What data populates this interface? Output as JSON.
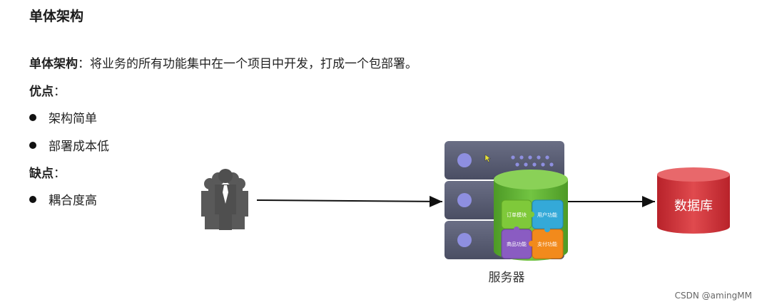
{
  "slide": {
    "title": "单体架构",
    "definition_term": "单体架构",
    "definition_text": "：将业务的所有功能集中在一个项目中开发，打成一个包部署。",
    "pros_label": "优点",
    "pros_colon": "：",
    "pros": [
      "架构简单",
      "部署成本低"
    ],
    "cons_label": "缺点",
    "cons_colon": "：",
    "cons": [
      "耦合度高"
    ]
  },
  "diagram": {
    "server_label": "服务器",
    "database_label": "数据库",
    "modules": [
      "订单模块",
      "用户功能",
      "商品功能",
      "支付功能"
    ],
    "colors": {
      "server": "#5b5f75",
      "cylinder": "#62b336",
      "db": "#d9363b",
      "users": "#595959"
    }
  },
  "watermark": "CSDN @amingMM"
}
